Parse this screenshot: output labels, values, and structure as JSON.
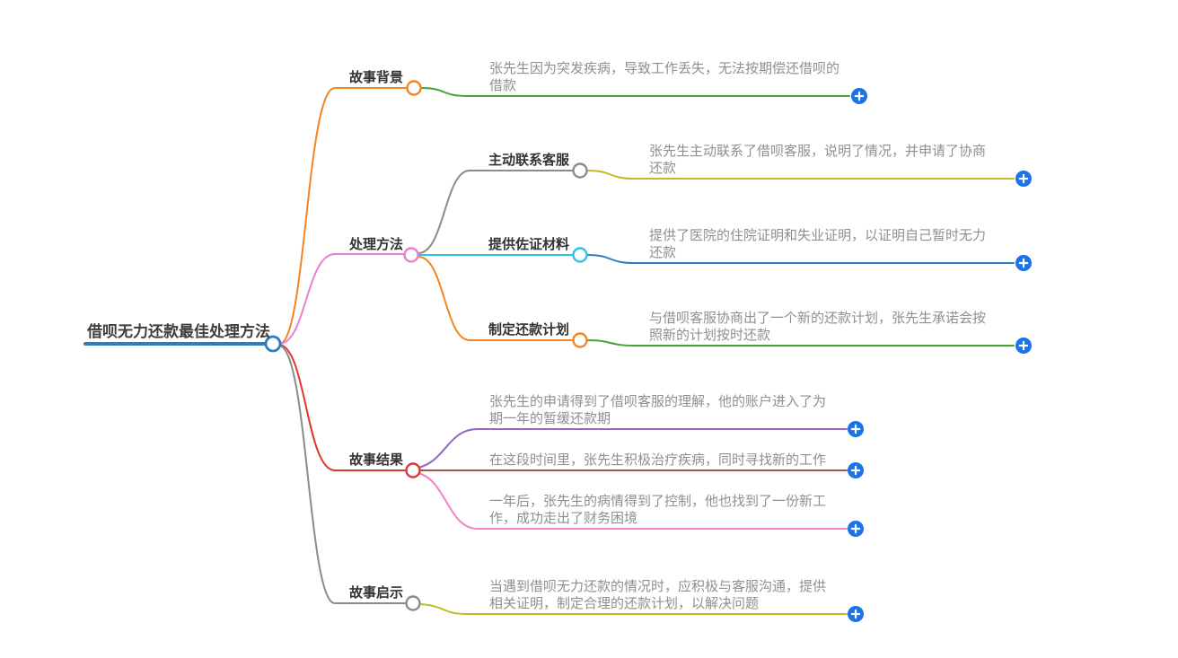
{
  "root": {
    "label": "借呗无力还款最佳处理方法"
  },
  "branches": [
    {
      "label": "故事背景",
      "children": [
        {
          "text": "张先生因为突发疾病，导致工作丢失，无法按期偿还借呗的借款"
        }
      ]
    },
    {
      "label": "处理方法",
      "children": [
        {
          "label": "主动联系客服",
          "text": "张先生主动联系了借呗客服，说明了情况，并申请了协商还款"
        },
        {
          "label": "提供佐证材料",
          "text": "提供了医院的住院证明和失业证明，以证明自己暂时无力还款"
        },
        {
          "label": "制定还款计划",
          "text": "与借呗客服协商出了一个新的还款计划，张先生承诺会按照新的计划按时还款"
        }
      ]
    },
    {
      "label": "故事结果",
      "children": [
        {
          "text": "张先生的申请得到了借呗客服的理解，他的账户进入了为期一年的暂缓还款期"
        },
        {
          "text": "在这段时间里，张先生积极治疗疾病，同时寻找新的工作"
        },
        {
          "text": "一年后，张先生的病情得到了控制，他也找到了一份新工作，成功走出了财务困境"
        }
      ]
    },
    {
      "label": "故事启示",
      "children": [
        {
          "text": "当遇到借呗无力还款的情况时，应积极与客服沟通，提供相关证明，制定合理的还款计划，以解决问题"
        }
      ]
    }
  ],
  "colors": {
    "root_blue": "#2e7cc0",
    "orange": "#f5831f",
    "pink": "#e97fd0",
    "red": "#dd372f",
    "gray": "#8b8b8b",
    "green": "#44a338",
    "olive": "#bcbd22",
    "cyan": "#2bc4e8",
    "blue": "#2e7cc0",
    "purple": "#9467bd",
    "brown": "#a0564b",
    "light_pink": "#f083c4",
    "plus_blue": "#1a73e8",
    "node_fill": "#ffffff"
  }
}
